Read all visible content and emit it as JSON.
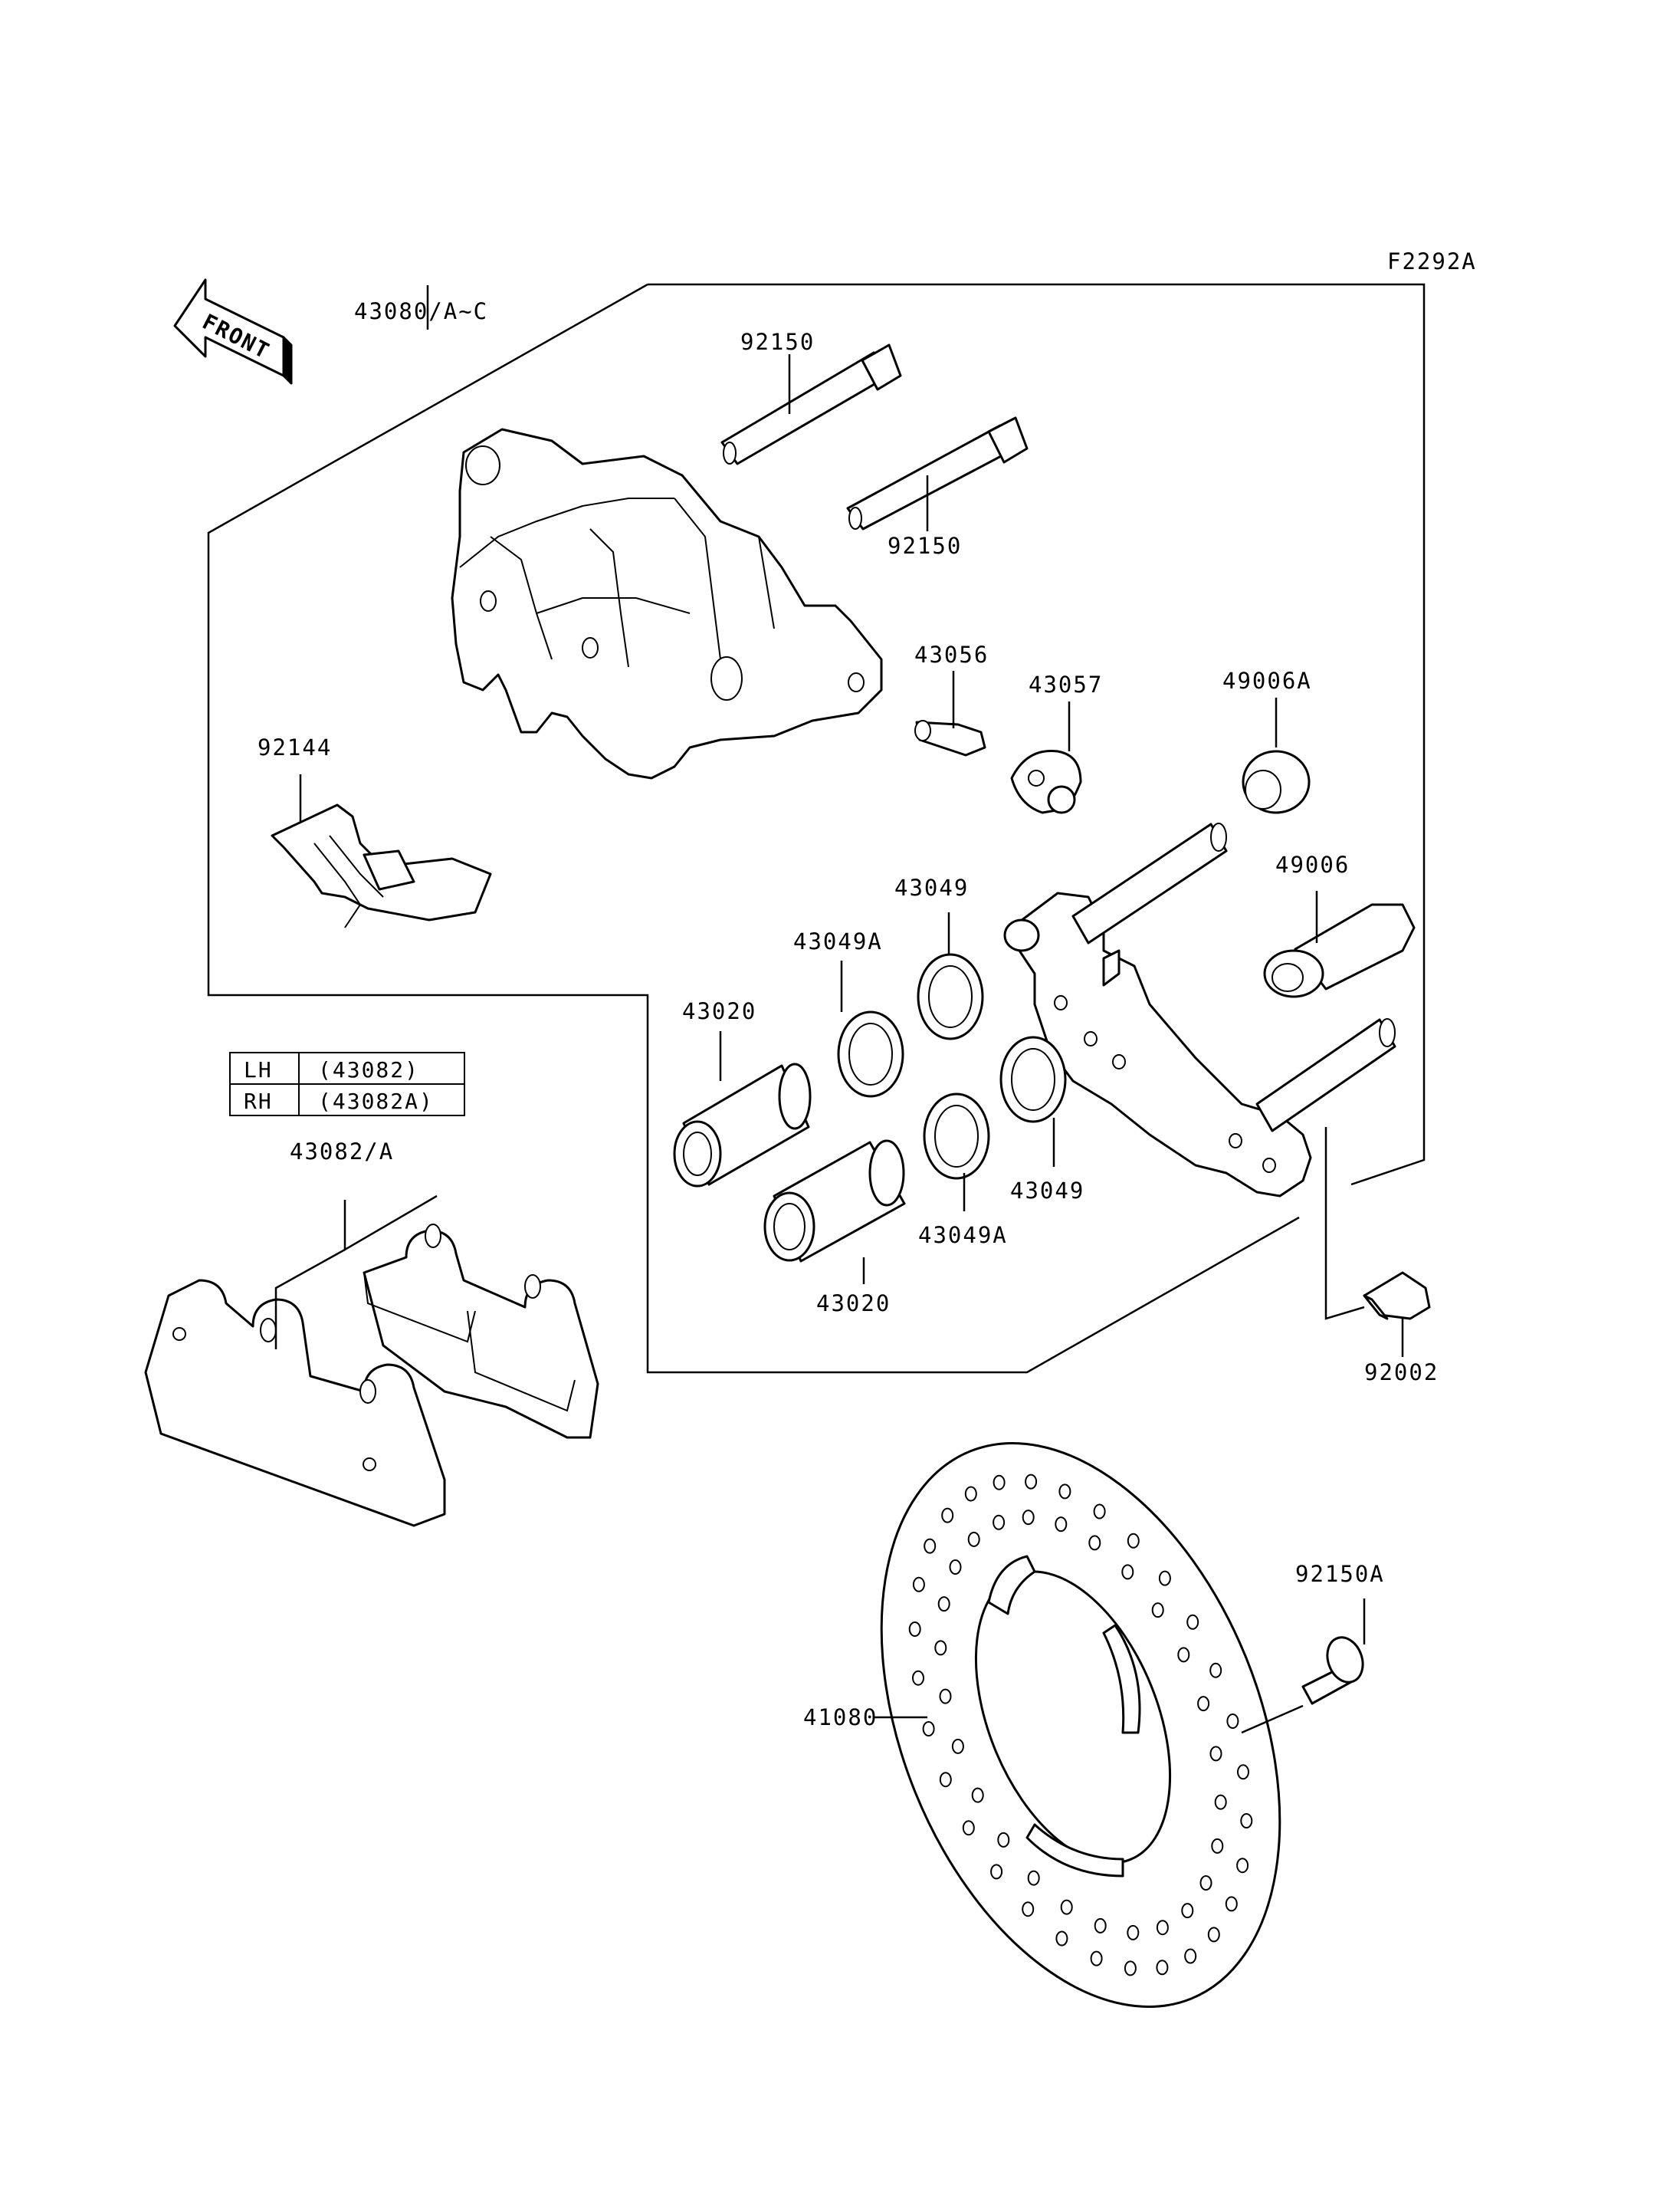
{
  "figure_code": "F2292A",
  "front_label": "FRONT",
  "labels": {
    "caliper_assy": "43080/A~C",
    "pin_top": "92150",
    "pin_bottom": "92150",
    "bleeder": "43056",
    "cap": "43057",
    "boot_a": "49006A",
    "boot": "49006",
    "spring": "92144",
    "seal_a_top": "43049A",
    "seal_top": "43049",
    "piston_top": "43020",
    "seal_a_bottom": "43049A",
    "seal_bottom": "43049",
    "piston_bottom": "43020",
    "bolt": "92002",
    "pads": "43082/A",
    "disc_bolt": "92150A",
    "disc": "41080"
  },
  "pad_table": {
    "rows": [
      {
        "side": "LH",
        "part": "(43082)"
      },
      {
        "side": "RH",
        "part": "(43082A)"
      }
    ]
  }
}
